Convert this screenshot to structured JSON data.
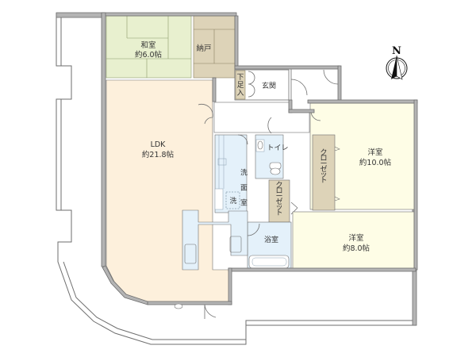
{
  "floor_plan": {
    "rooms": [
      {
        "id": "ldk",
        "name": "LDK",
        "area": "約21.8帖",
        "color": "#fdf0dc"
      },
      {
        "id": "washitsu",
        "name": "和室",
        "area": "約6.0帖",
        "color": "#e8f0cf"
      },
      {
        "id": "nando",
        "name": "納戸",
        "area": "",
        "color": "#ddd3b8"
      },
      {
        "id": "genkan",
        "name": "玄関",
        "area": ""
      },
      {
        "id": "getabako",
        "name": "下足入",
        "area": "",
        "color": "#ddd3b8"
      },
      {
        "id": "toilet",
        "name": "トイレ",
        "area": "",
        "color": "#e4f1fa"
      },
      {
        "id": "senmenshitsu",
        "name": "洗面室",
        "area": "",
        "color": "#e4f1fa"
      },
      {
        "id": "sentaku",
        "name": "洗",
        "area": ""
      },
      {
        "id": "closet1",
        "name": "クローゼット",
        "area": "",
        "color": "#ddd3b8"
      },
      {
        "id": "closet2",
        "name": "クローゼット",
        "area": "",
        "color": "#ddd3b8"
      },
      {
        "id": "yokushitsu",
        "name": "浴室",
        "area": "",
        "color": "#e4f1fa"
      },
      {
        "id": "yoshitsu1",
        "name": "洋室",
        "area": "約10.0帖",
        "color": "#fefde6"
      },
      {
        "id": "yoshitsu2",
        "name": "洋室",
        "area": "約8.0帖",
        "color": "#fefde6"
      }
    ],
    "compass": {
      "label": "N"
    },
    "colors": {
      "wall": "#b4b4b4",
      "wall_stroke": "#6e6e6e",
      "wet_area": "#e4f1fa",
      "storage": "#ddd3b8"
    }
  }
}
